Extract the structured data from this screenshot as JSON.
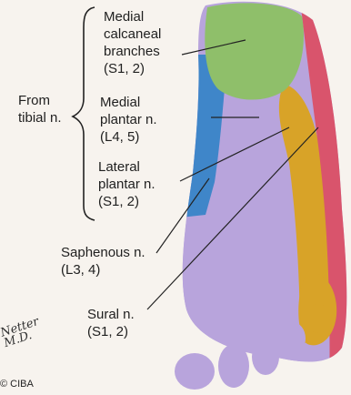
{
  "labels": {
    "medial_calcaneal": "Medial\ncalcaneal\nbranches\n(S1, 2)",
    "from_tibial": "From\ntibial n.",
    "medial_plantar": "Medial\nplantar n.\n(L4, 5)",
    "lateral_plantar": "Lateral\nplantar n.\n(S1, 2)",
    "saphenous": "Saphenous n.\n(L3, 4)",
    "sural": "Sural n.\n(S1, 2)"
  },
  "credit": "© CIBA",
  "signature": "Netter\nM.D.",
  "colors": {
    "medial_calcaneal": "#8fbf6a",
    "medial_plantar": "#b8a4dc",
    "lateral_plantar": "#d8a328",
    "saphenous": "#3f86c9",
    "sural": "#d9546c",
    "skin": "#e8d2c0"
  }
}
